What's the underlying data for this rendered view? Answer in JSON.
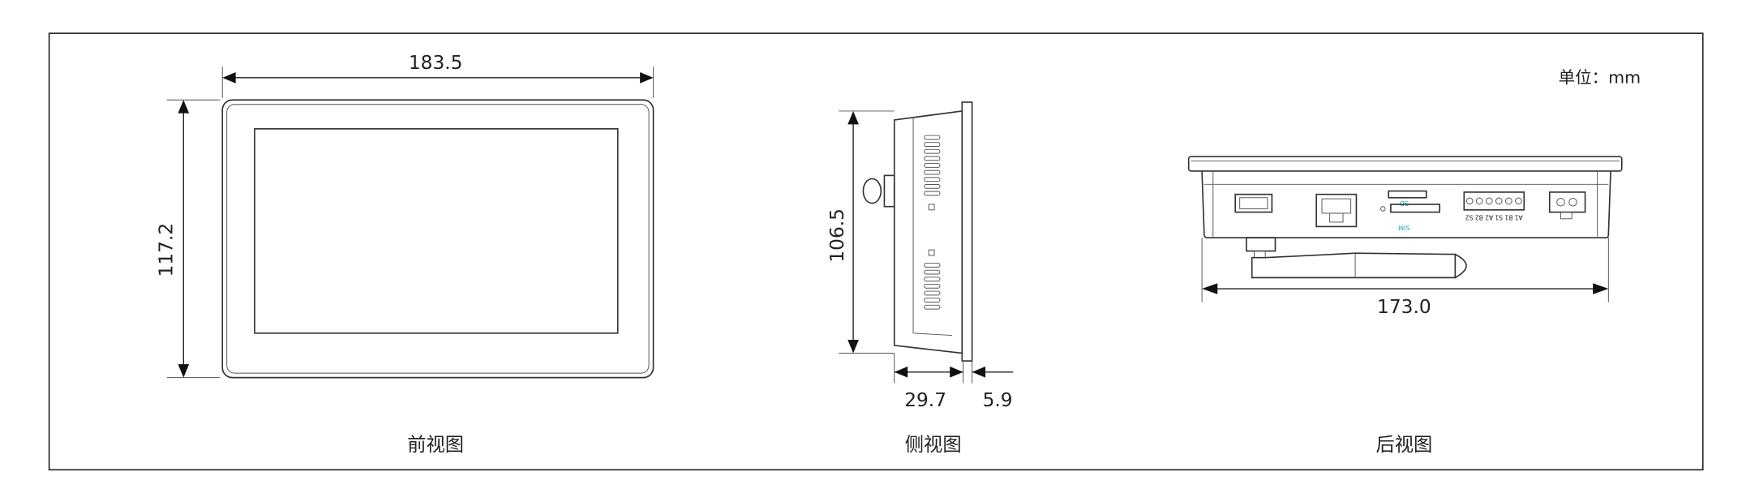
{
  "unit_label": "单位：mm",
  "views": {
    "front": {
      "caption": "前视图",
      "width_dim": "183.5",
      "height_dim": "117.2"
    },
    "side": {
      "caption": "侧视图",
      "height_dim": "106.5",
      "depth_dim": "29.7",
      "bezel_dim": "5.9"
    },
    "back": {
      "caption": "后视图",
      "width_dim": "173.0",
      "sd_label": "SD",
      "sim_label": "SIM",
      "terminal_labels": "A1 B1 S1 A2 B2 S2"
    }
  },
  "colors": {
    "line": "#333333",
    "accent": "#2aa7b8"
  }
}
